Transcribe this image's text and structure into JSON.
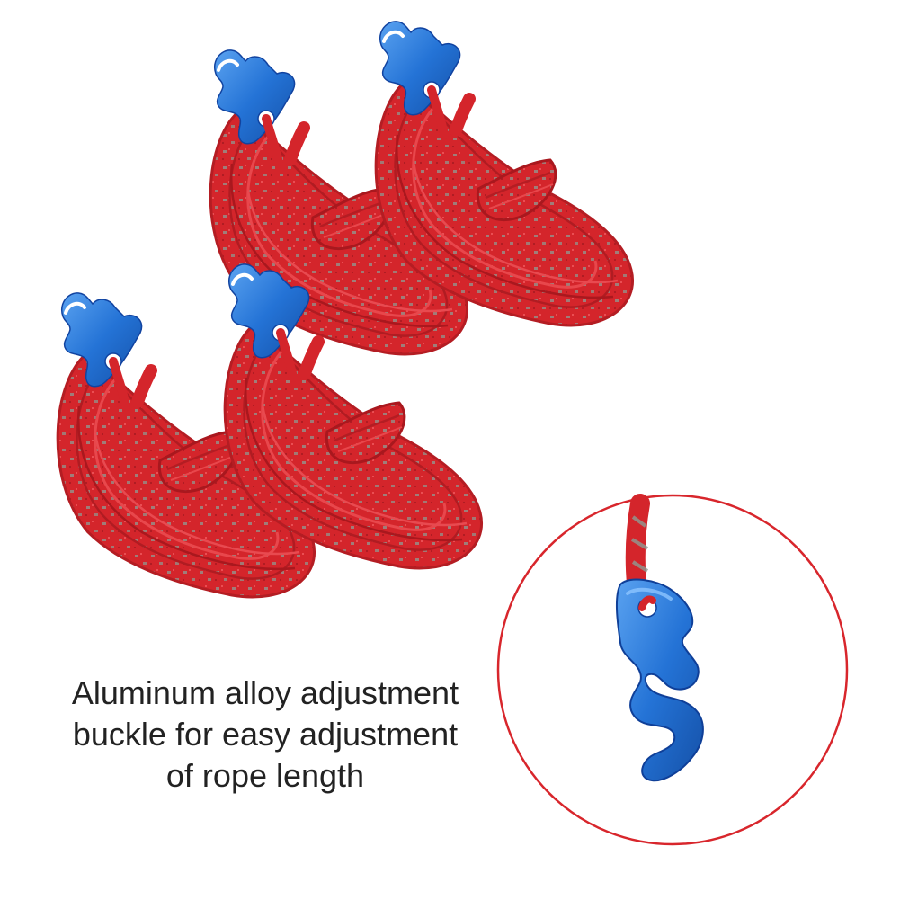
{
  "product_image": {
    "rope_bundle_count": 4,
    "rope_color": "#d7262b",
    "rope_fleck_color": "#8a9a92",
    "buckle_color": "#1f6fd0",
    "detail_circle_border_color": "#d8262c",
    "buckle_icon": "s-hook-buckle-icon"
  },
  "caption": {
    "line1": "Aluminum alloy adjustment",
    "line2": "buckle for easy adjustment",
    "line3": "of rope length"
  }
}
